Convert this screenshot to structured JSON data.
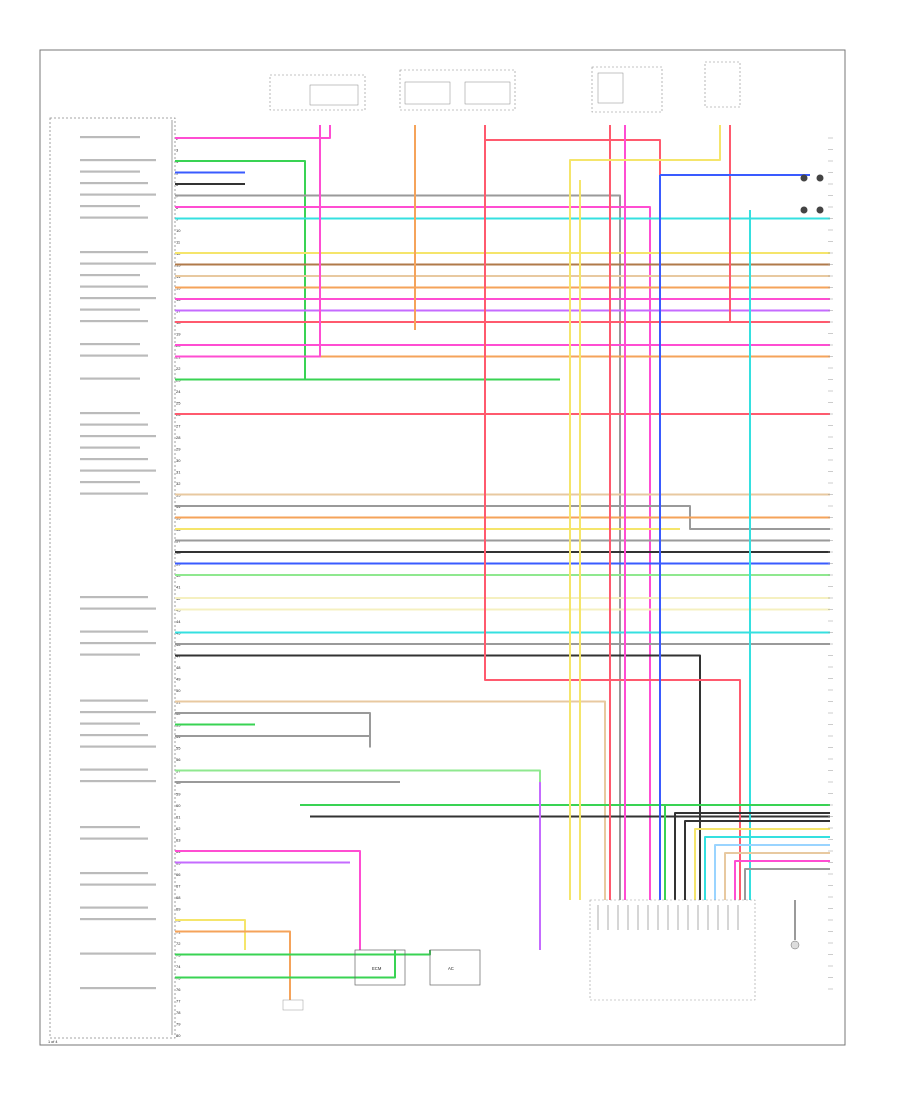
{
  "diagram": {
    "page_number": "1 of 4",
    "bottom_center_box": "ECM",
    "bottom_right_box": "AC",
    "pcm_pins": [
      "2",
      "3",
      "4",
      "5",
      "6",
      "7",
      "8",
      "9",
      "10",
      "11",
      "12",
      "13",
      "14",
      "15",
      "16",
      "17",
      "18",
      "19",
      "20",
      "21",
      "22",
      "23",
      "24",
      "25",
      "26",
      "27",
      "28",
      "29",
      "30",
      "31",
      "32",
      "33",
      "34",
      "35",
      "36",
      "37",
      "38",
      "39",
      "40",
      "41",
      "42",
      "43",
      "44",
      "45",
      "46",
      "47",
      "48",
      "49",
      "50",
      "51",
      "52",
      "53",
      "54",
      "55",
      "56",
      "57",
      "58",
      "59",
      "60",
      "61",
      "62",
      "63",
      "64",
      "65",
      "66",
      "67",
      "68",
      "69",
      "70",
      "71",
      "72",
      "73",
      "74",
      "75",
      "76",
      "77",
      "78",
      "79",
      "80"
    ]
  },
  "colors": {
    "pink": "#ff4dd2",
    "red": "#ff5a6e",
    "green": "#39d353",
    "blue": "#3a5bff",
    "cyan": "#35e0e0",
    "lightgreen": "#8fe88f",
    "yellow": "#f5e56b",
    "orange": "#f5a35a",
    "tan": "#e8c9a0",
    "gray": "#9a9a9a",
    "black": "#333333",
    "violet": "#c56bff",
    "brown": "#b07a4a",
    "lightblue": "#9ad4ff",
    "pale": "#f5f0c0"
  }
}
